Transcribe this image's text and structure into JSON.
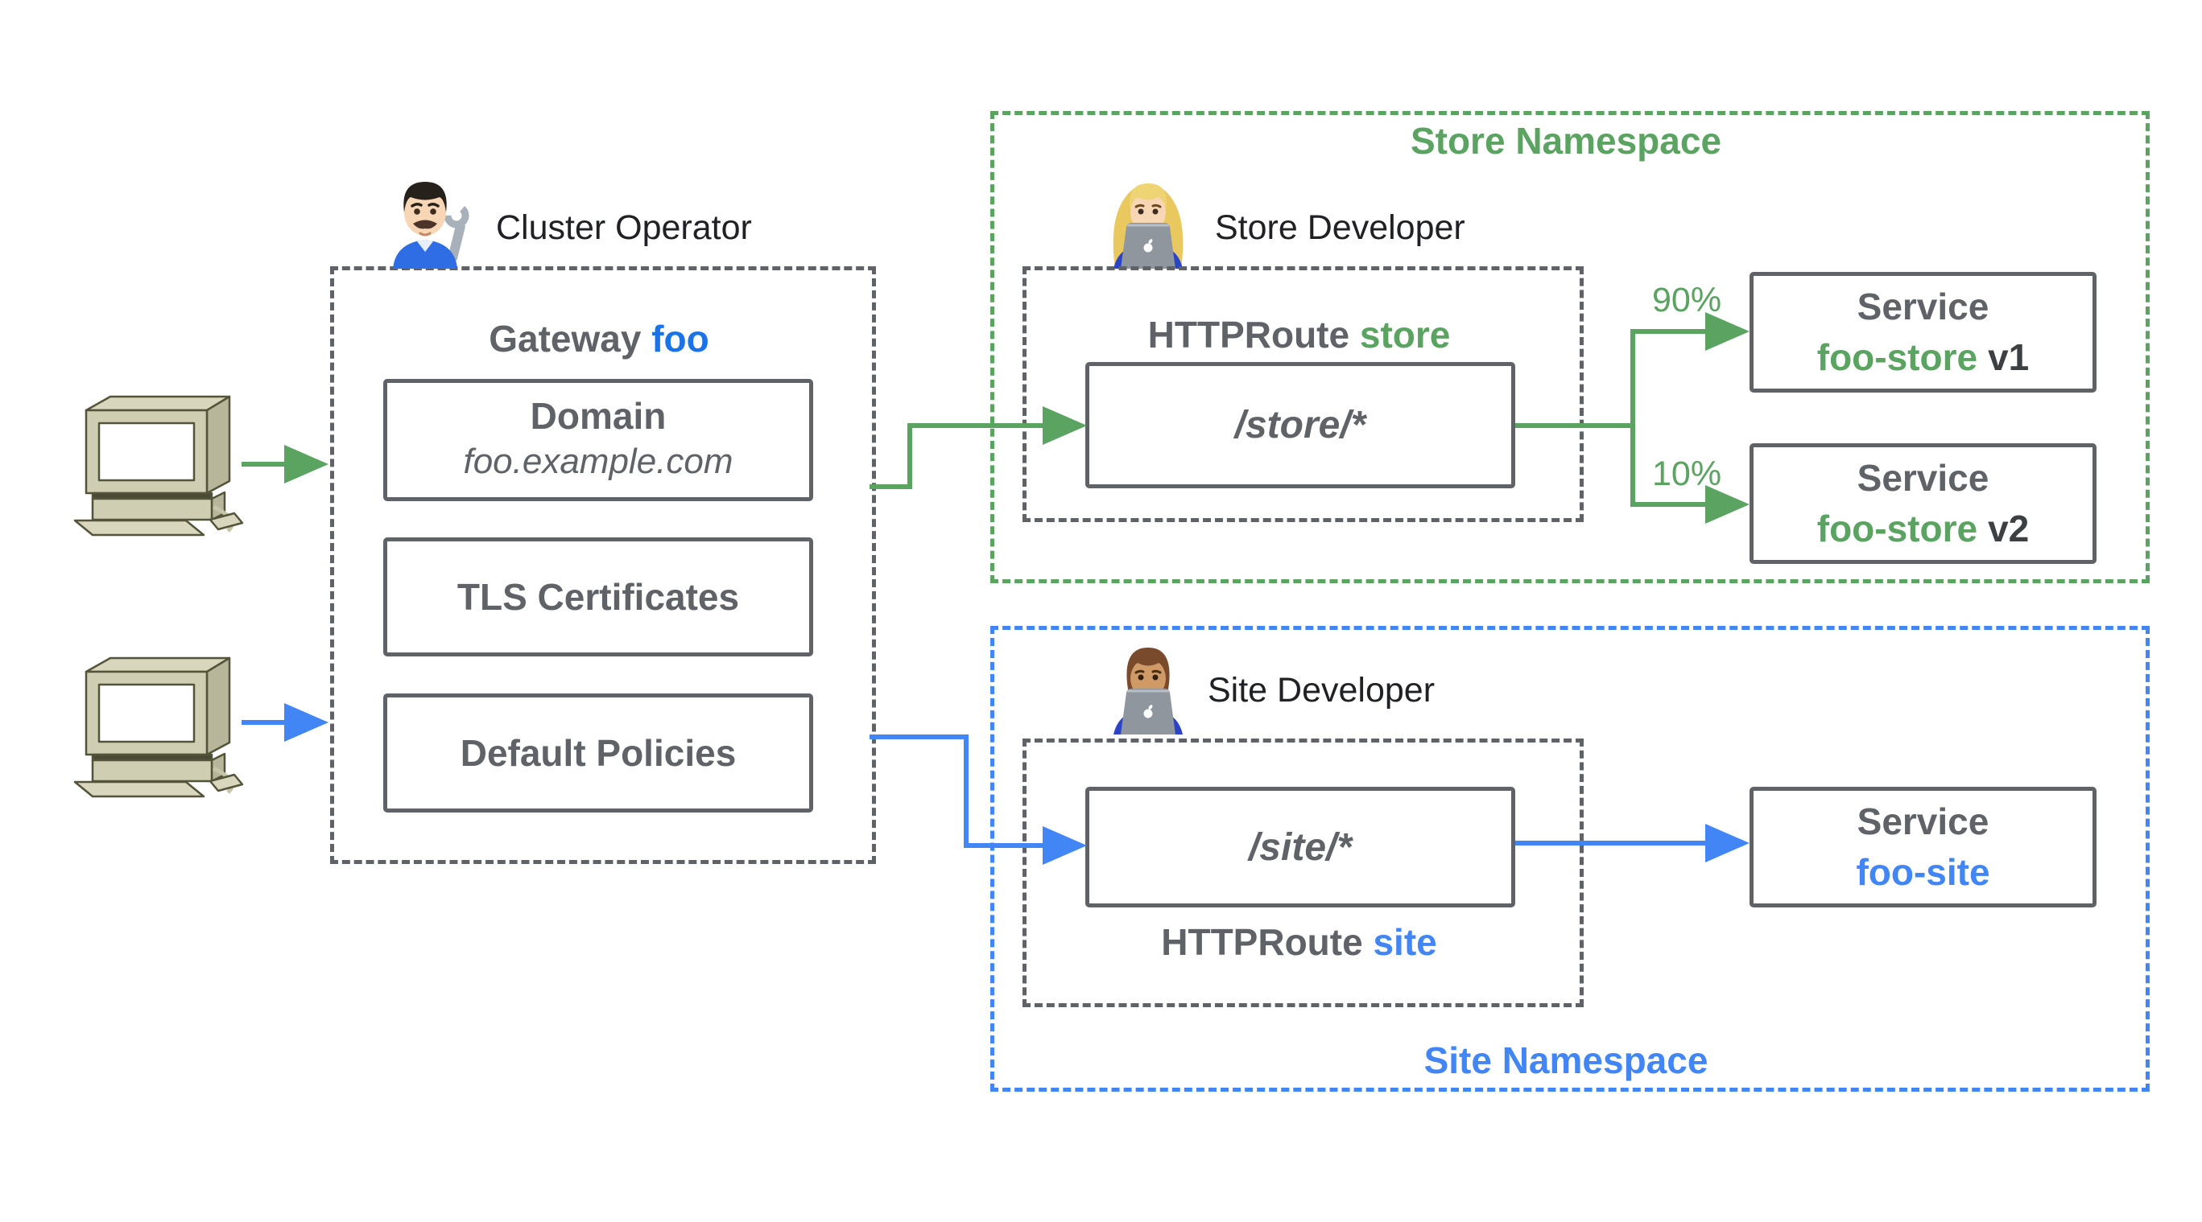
{
  "colors": {
    "green": "#5aa360",
    "foo_blue": "#1a73e8",
    "site_blue": "#4285f4",
    "gray": "#5f6368",
    "dark": "#3c4043",
    "black": "#202124"
  },
  "icons": {
    "client": "desktop-computer-icon",
    "cluster_operator": "man-mechanic-emoji-icon",
    "store_developer": "woman-technologist-emoji-icon",
    "site_developer": "man-technologist-emoji-icon"
  },
  "gateway": {
    "owner_label": "Cluster Operator",
    "title": {
      "prefix": "Gateway",
      "name": "foo"
    },
    "cards": [
      {
        "title": "Domain",
        "subtitle": "foo.example.com"
      },
      {
        "title": "TLS Certificates"
      },
      {
        "title": "Default Policies"
      }
    ]
  },
  "store_namespace": {
    "label": "Store Namespace",
    "owner_label": "Store Developer",
    "route": {
      "prefix": "HTTPRoute",
      "name": "store",
      "path": "/store/*"
    },
    "splits": [
      {
        "percent": "90%"
      },
      {
        "percent": "10%"
      }
    ],
    "services": [
      {
        "prefix": "Service",
        "name": "foo-store",
        "version": "v1"
      },
      {
        "prefix": "Service",
        "name": "foo-store",
        "version": "v2"
      }
    ]
  },
  "site_namespace": {
    "label": "Site Namespace",
    "owner_label": "Site Developer",
    "route": {
      "prefix": "HTTPRoute",
      "name": "site",
      "path": "/site/*"
    },
    "service": {
      "prefix": "Service",
      "name": "foo-site"
    }
  }
}
